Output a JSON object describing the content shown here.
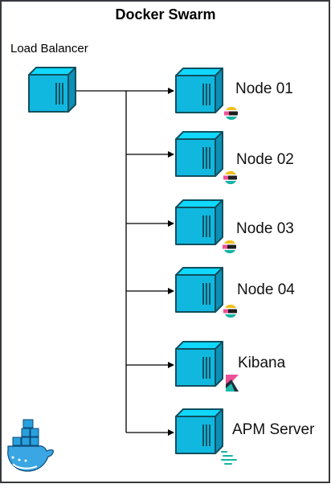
{
  "diagram": {
    "title": "Docker Swarm",
    "load_balancer": {
      "label": "Load Balancer",
      "icon": "container-icon"
    },
    "nodes": [
      {
        "id": "node-01",
        "label": "Node 01",
        "badge": "elasticsearch-logo"
      },
      {
        "id": "node-02",
        "label": "Node 02",
        "badge": "elasticsearch-logo"
      },
      {
        "id": "node-03",
        "label": "Node 03",
        "badge": "elasticsearch-logo"
      },
      {
        "id": "node-04",
        "label": "Node 04",
        "badge": "elasticsearch-logo"
      },
      {
        "id": "kibana",
        "label": "Kibana",
        "badge": "kibana-logo"
      },
      {
        "id": "apm-server",
        "label": "APM Server",
        "badge": "apm-logo"
      }
    ],
    "colors": {
      "frame": "#36393d",
      "container_top": "#10d8ff",
      "container_front": "#10b8e0",
      "container_side": "#0e8fb5",
      "container_stroke": "#10505f",
      "connector": "#000000",
      "docker_whale": "#3aa6e3"
    }
  }
}
